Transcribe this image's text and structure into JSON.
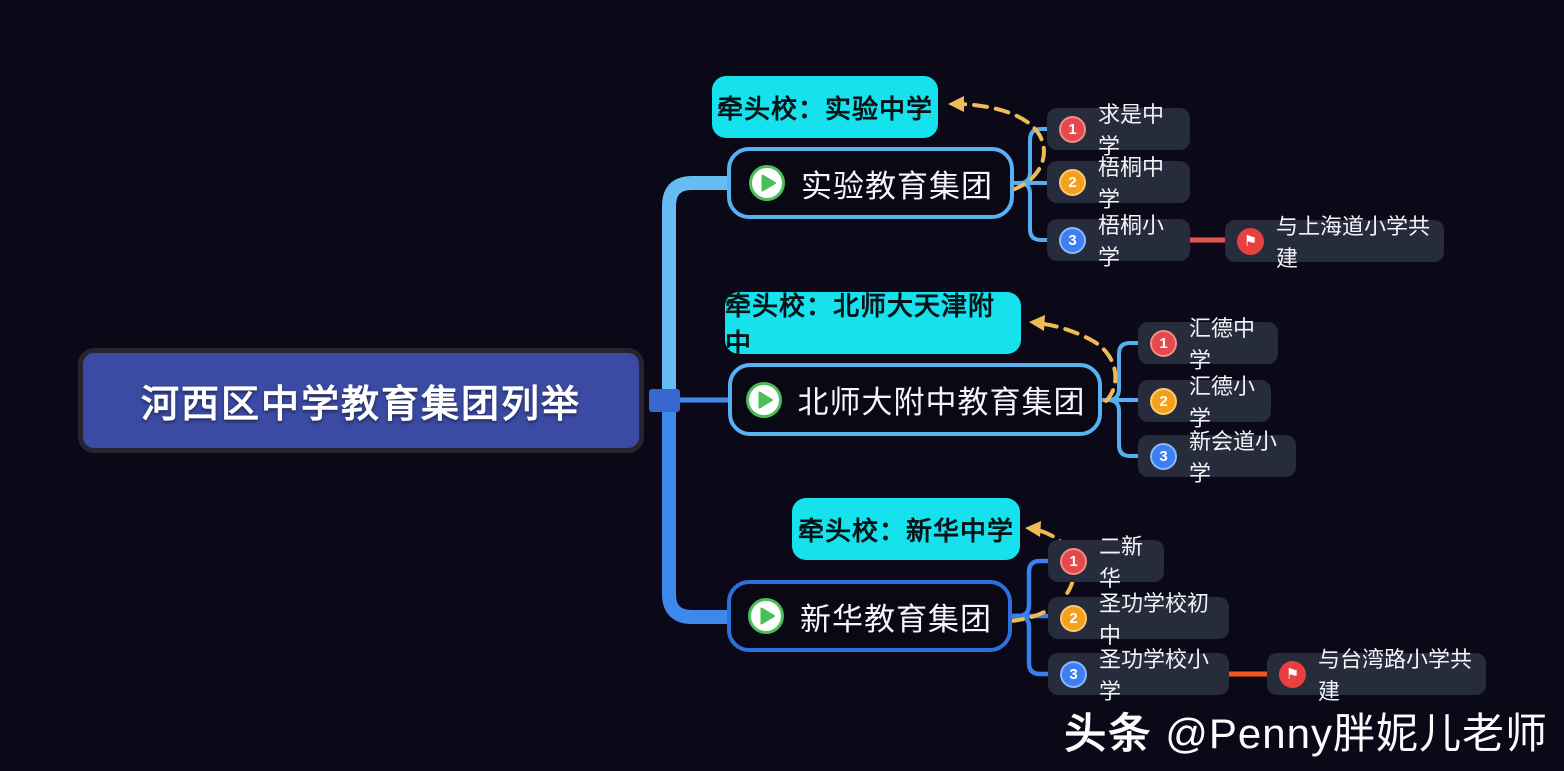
{
  "root": {
    "title": "河西区中学教育集团列举"
  },
  "branches": [
    {
      "lead_label": "牵头校：实验中学",
      "group_label": "实验教育集团",
      "children": [
        {
          "num": "1",
          "label": "求是中学"
        },
        {
          "num": "2",
          "label": "梧桐中学"
        },
        {
          "num": "3",
          "label": "梧桐小学",
          "note": "与上海道小学共建"
        }
      ]
    },
    {
      "lead_label": "牵头校：北师大天津附中",
      "group_label": "北师大附中教育集团",
      "children": [
        {
          "num": "1",
          "label": "汇德中学"
        },
        {
          "num": "2",
          "label": "汇德小学"
        },
        {
          "num": "3",
          "label": "新会道小学"
        }
      ]
    },
    {
      "lead_label": "牵头校：新华中学",
      "group_label": "新华教育集团",
      "children": [
        {
          "num": "1",
          "label": "二新华"
        },
        {
          "num": "2",
          "label": "圣功学校初中"
        },
        {
          "num": "3",
          "label": "圣功学校小学",
          "note": "与台湾路小学共建"
        }
      ]
    }
  ],
  "watermark": {
    "brand": "头条",
    "handle": "@Penny胖妮儿老师"
  },
  "icons": {
    "flag": "⚑",
    "play": "▶"
  },
  "colors": {
    "background": "#0b0817",
    "root_fill": "#3b4aa2",
    "root_border": "#26242e",
    "lead_label_cyan": "#15e2ec",
    "group_border_light_blue": "#58b2f2",
    "group_border_blue": "#2e6fe0",
    "child_fill": "#262c3c",
    "trunk_upper": "#65bbf2",
    "trunk_lower": "#3e88ec",
    "junction_square": "#3867d0",
    "child_connector_light": "#55aef0",
    "child_connector_blue": "#3b7ef0",
    "dashed_arrow": "#eebb55",
    "note_line_red": "#e55553",
    "note_line_orange": "#f4561e",
    "badge_red": "#e5484d",
    "badge_orange": "#f4a01d",
    "badge_blue": "#3c7ff2",
    "flag_red": "#e8403e",
    "play_green": "#4abf55"
  }
}
